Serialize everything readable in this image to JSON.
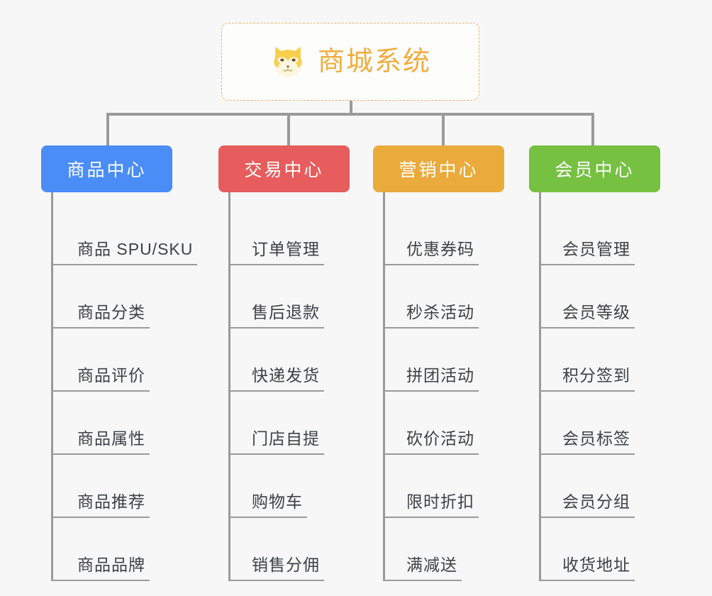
{
  "root": {
    "title": "商城系统",
    "icon": "shiba-dog-icon",
    "title_color": "#f0ad3e",
    "border_color": "#e8b465"
  },
  "background_color": "#f7f7f7",
  "connector_color": "#9a9a9a",
  "item_text_color": "#3d4146",
  "columns": [
    {
      "title": "商品中心",
      "color": "#4a8df6",
      "items": [
        "商品 SPU/SKU",
        "商品分类",
        "商品评价",
        "商品属性",
        "商品推荐",
        "商品品牌"
      ]
    },
    {
      "title": "交易中心",
      "color": "#e75c5c",
      "items": [
        "订单管理",
        "售后退款",
        "快递发货",
        "门店自提",
        "购物车",
        "销售分佣"
      ]
    },
    {
      "title": "营销中心",
      "color": "#eaab3c",
      "items": [
        "优惠券码",
        "秒杀活动",
        "拼团活动",
        "砍价活动",
        "限时折扣",
        "满减送"
      ]
    },
    {
      "title": "会员中心",
      "color": "#76c042",
      "items": [
        "会员管理",
        "会员等级",
        "积分签到",
        "会员标签",
        "会员分组",
        "收货地址"
      ]
    }
  ]
}
